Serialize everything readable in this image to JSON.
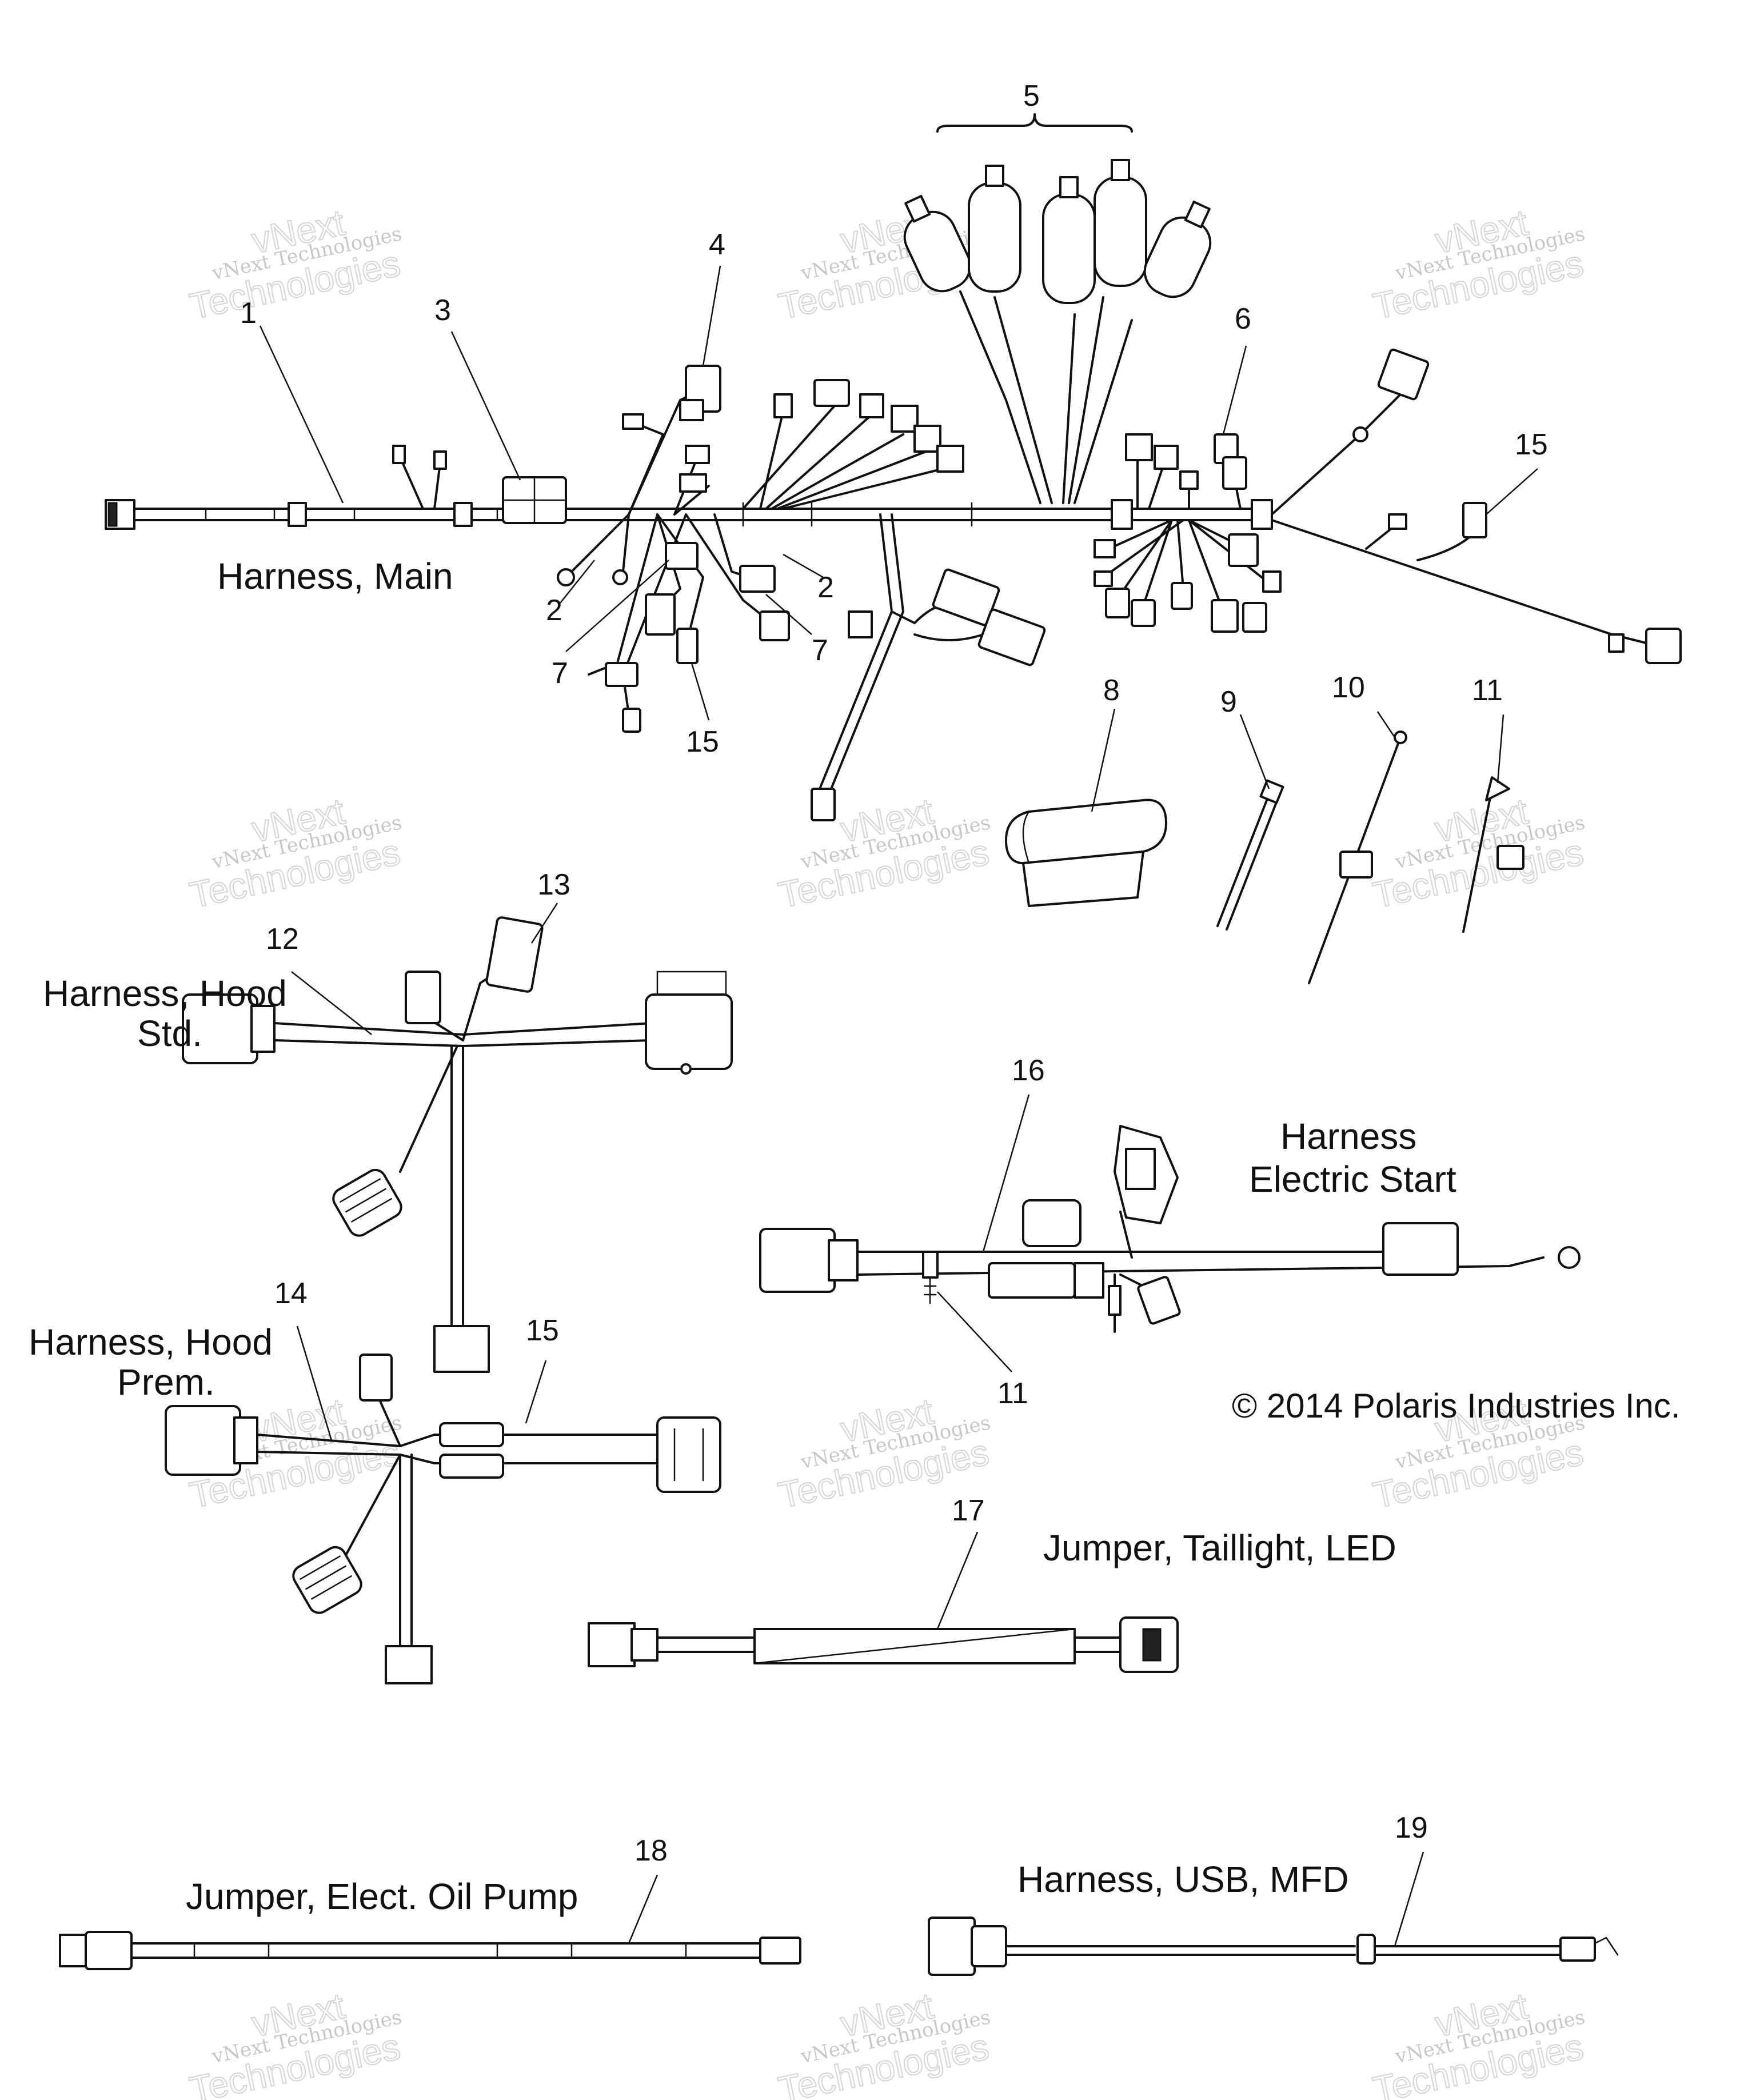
{
  "callouts": [
    {
      "id": "c1",
      "text": "1"
    },
    {
      "id": "c2a",
      "text": "2"
    },
    {
      "id": "c2b",
      "text": "2"
    },
    {
      "id": "c3",
      "text": "3"
    },
    {
      "id": "c4",
      "text": "4"
    },
    {
      "id": "c5",
      "text": "5"
    },
    {
      "id": "c6",
      "text": "6"
    },
    {
      "id": "c7a",
      "text": "7"
    },
    {
      "id": "c7b",
      "text": "7"
    },
    {
      "id": "c8",
      "text": "8"
    },
    {
      "id": "c9",
      "text": "9"
    },
    {
      "id": "c10",
      "text": "10"
    },
    {
      "id": "c11a",
      "text": "11"
    },
    {
      "id": "c11b",
      "text": "11"
    },
    {
      "id": "c12",
      "text": "12"
    },
    {
      "id": "c13",
      "text": "13"
    },
    {
      "id": "c14",
      "text": "14"
    },
    {
      "id": "c15a",
      "text": "15"
    },
    {
      "id": "c15b",
      "text": "15"
    },
    {
      "id": "c15c",
      "text": "15"
    },
    {
      "id": "c16",
      "text": "16"
    },
    {
      "id": "c17",
      "text": "17"
    },
    {
      "id": "c18",
      "text": "18"
    },
    {
      "id": "c19",
      "text": "19"
    }
  ],
  "labels": {
    "harness_main": "Harness, Main",
    "harness_hood_std_1": "Harness, Hood",
    "harness_hood_std_2": "Std.",
    "harness_electric_start_1": "Harness",
    "harness_electric_start_2": "Electric Start",
    "harness_hood_prem_1": "Harness, Hood",
    "harness_hood_prem_2": "Prem.",
    "jumper_taillight": "Jumper, Taillight, LED",
    "jumper_oil_pump": "Jumper, Elect. Oil Pump",
    "harness_usb": "Harness, USB, MFD"
  },
  "copyright": "© 2014 Polaris Industries Inc.",
  "watermark": {
    "line1": "vNext Technologies",
    "line2": "vNext",
    "line3": "Technologies"
  }
}
